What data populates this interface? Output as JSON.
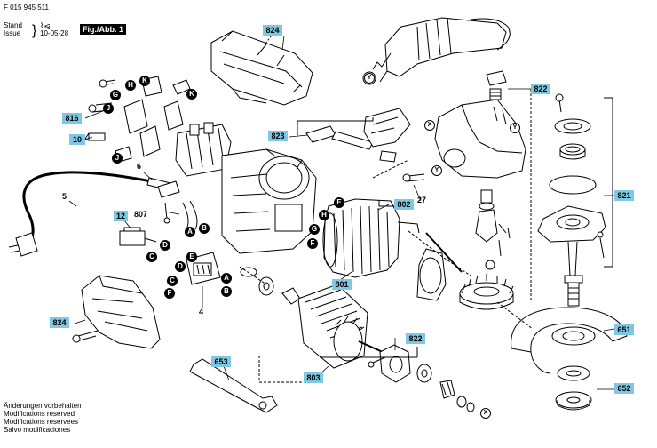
{
  "header": {
    "doc_number": "F 015 945 511",
    "stand_label": "Stand",
    "issue_label": "Issue",
    "date": "10-05-28",
    "figure_label": "Fig./Abb. 1"
  },
  "notes": [
    "Änderungen vorbehalten",
    "Modifications reserved",
    "Modifications reservees",
    "Salvo modificaciones"
  ],
  "part_labels": {
    "p824a": "824",
    "p816": "816",
    "p10": "10",
    "p6": "6",
    "p5": "5",
    "p12": "12",
    "p807": "807",
    "p4": "4",
    "p823": "823",
    "p802": "802",
    "p27": "27",
    "p801": "801",
    "p822a": "822",
    "p821": "821",
    "p822b": "822",
    "p803": "803",
    "p824b": "824",
    "p653": "653",
    "p651": "651",
    "p652": "652"
  },
  "callouts": {
    "h1": "H",
    "k1": "K",
    "k2": "K",
    "g1": "G",
    "j1": "J",
    "j2": "J",
    "a1": "A",
    "b1": "B",
    "d1": "D",
    "c1": "C",
    "e1": "E",
    "d2": "D",
    "c2": "C",
    "f1": "F",
    "a2": "A",
    "b2": "B",
    "e2": "E",
    "h2": "H",
    "g2": "G",
    "f2": "F",
    "y1": "Y",
    "y2": "Y",
    "y3": "Y",
    "x1": "X",
    "x2": "X"
  }
}
